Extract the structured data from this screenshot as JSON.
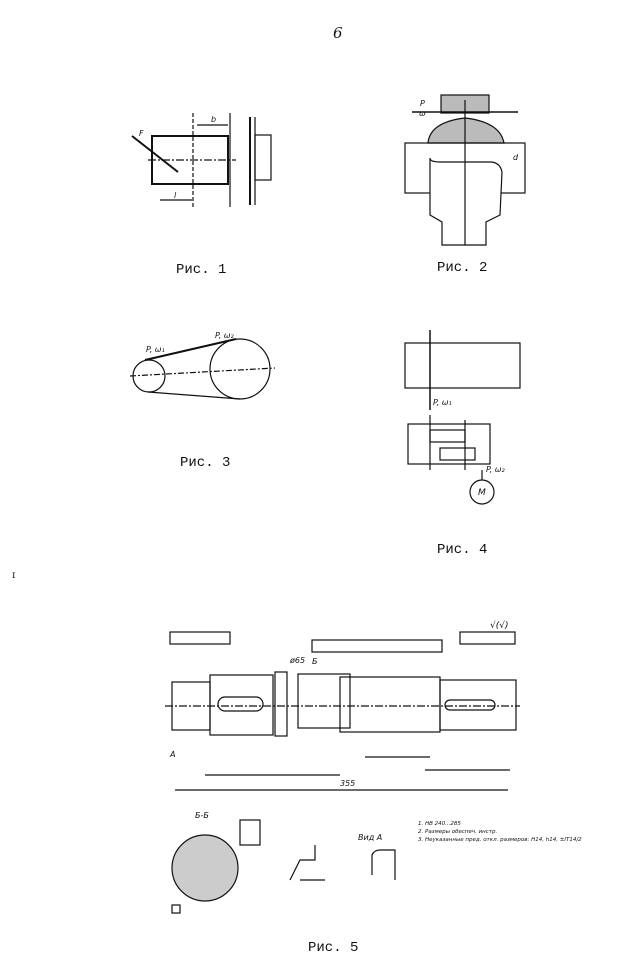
{
  "page_number": "6",
  "stray_mark": "ɪ",
  "figures": [
    {
      "caption": "Рис. 1",
      "labels": [
        "F",
        "l",
        "b"
      ]
    },
    {
      "caption": "Рис. 2",
      "labels": [
        "P",
        "ω",
        "d"
      ]
    },
    {
      "caption": "Рис. 3",
      "labels": [
        "P, ω₁",
        "P, ω₂"
      ]
    },
    {
      "caption": "Рис. 4",
      "labels": [
        "P, ω₁",
        "P, ω₂",
        "M"
      ]
    },
    {
      "caption": "Рис. 5",
      "labels": [
        "ø65",
        "Б-Б",
        "Вид А",
        "355",
        "А",
        "Б",
        "√(√)"
      ],
      "notes": [
        "1. HB 240...285",
        "2. Размеры обеспеч. инстр.",
        "3. Неуказанные пред. откл. размеров: H14, h14, ±IT14/2"
      ]
    }
  ]
}
